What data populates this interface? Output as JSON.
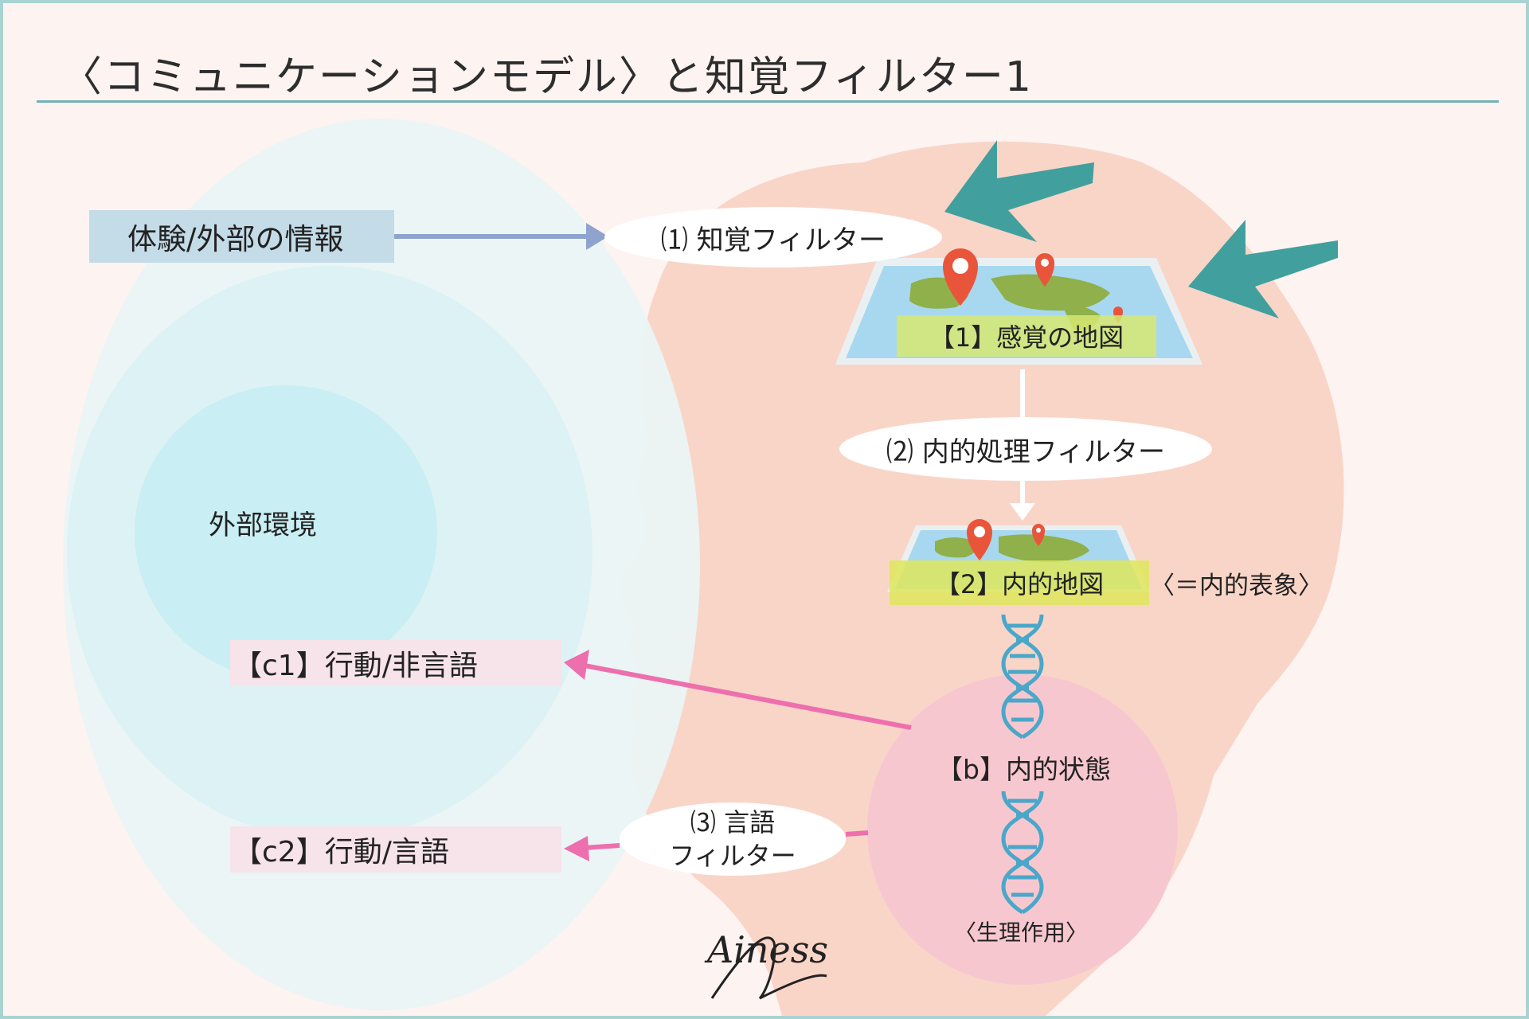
{
  "header": {
    "title": "〈コミュニケーションモデル〉と知覚フィルター1"
  },
  "labels": {
    "experience_info": "体験/外部の情報",
    "external_env": "外部環境",
    "filter1": "⑴ 知覚フィルター",
    "sensory_map": "【1】感覚の地図",
    "filter2": "⑵ 内的処理フィルター",
    "internal_map": "【2】内的地図",
    "internal_repr": "〈＝内的表象〉",
    "c1_nonverbal": "【c1】行動/非言語",
    "internal_state": "【b】内的状態",
    "filter3_line1": "⑶ 言語",
    "filter3_line2": "フィルター",
    "c2_verbal": "【c2】行動/言語",
    "physiology": "〈生理作用〉",
    "signature": "Ainess"
  },
  "colors": {
    "background": "#fdf3f1",
    "border": "#a9d3d3",
    "title_rule": "#6fb3b7",
    "head_silhouette": "#f9d5c8",
    "outer_circle": "#e9f5f6",
    "mid_circle": "#dcf2f4",
    "inner_circle": "#c9eef3",
    "state_circle": "#f7c7cf",
    "input_arrow": "#8ea4cf",
    "output_arrow": "#ee6fad",
    "incoming_arrows": "#41a09e",
    "dna": "#4aa7c9",
    "map_water": "#a8d8ef",
    "map_land": "#8fb04a",
    "map_pin": "#e8553a"
  },
  "icons": {
    "incoming": "teal-arrow-icon",
    "map": "world-map-icon",
    "pin": "map-pin-icon",
    "dna": "dna-helix-icon"
  }
}
